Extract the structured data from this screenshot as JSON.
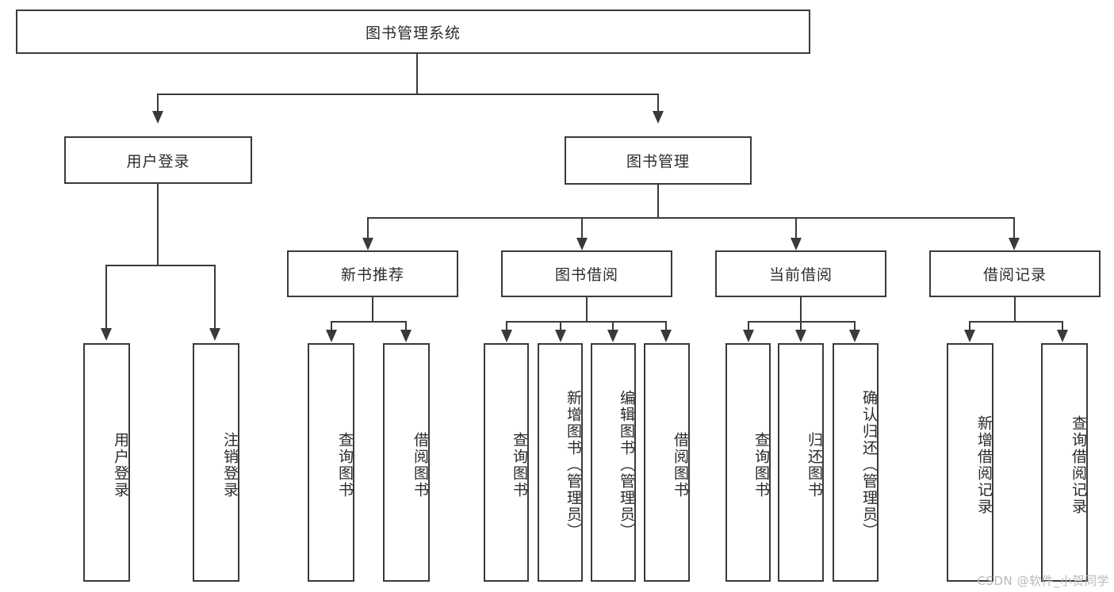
{
  "diagram": {
    "type": "tree-hierarchy",
    "title": "图书管理系统",
    "root": {
      "label": "图书管理系统"
    },
    "level2": [
      {
        "label": "用户登录"
      },
      {
        "label": "图书管理"
      }
    ],
    "level3": [
      {
        "label": "新书推荐"
      },
      {
        "label": "图书借阅"
      },
      {
        "label": "当前借阅"
      },
      {
        "label": "借阅记录"
      }
    ],
    "leaves": {
      "user_login": [
        "用户登录",
        "注销登录"
      ],
      "new_book": [
        "查询图书",
        "借阅图书"
      ],
      "book_borrow": [
        "查询图书",
        "新增图书（管理员）",
        "编辑图书（管理员）",
        "借阅图书"
      ],
      "current_borrow": [
        "查询图书",
        "归还图书",
        "确认归还（管理员）"
      ],
      "borrow_record": [
        "新增借阅记录",
        "查询借阅记录"
      ]
    },
    "colors": {
      "stroke": "#3a3a3a",
      "fill": "#ffffff",
      "text": "#2b2b2b",
      "watermark": "#b9b9b9"
    }
  },
  "watermark": {
    "text": "CSDN @软件_小贺同学"
  }
}
